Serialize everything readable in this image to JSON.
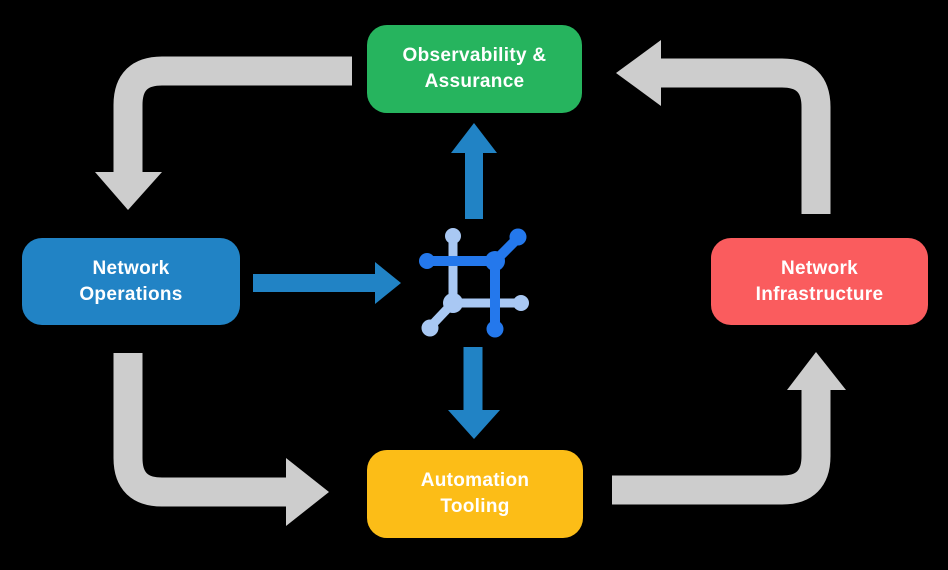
{
  "diagram": {
    "title": "network operations automation cycle",
    "background_color": "#000000",
    "node_text_color": "#ffffff",
    "nodes": [
      {
        "id": "observability-assurance",
        "lines": [
          "Observability &",
          "Assurance"
        ],
        "color": "#26b45e"
      },
      {
        "id": "network-operations",
        "lines": [
          "Network",
          "Operations"
        ],
        "color": "#2183c5"
      },
      {
        "id": "network-infrastructure",
        "lines": [
          "Network",
          "Infrastructure"
        ],
        "color": "#fa5c5e"
      },
      {
        "id": "automation-tooling",
        "lines": [
          "Automation",
          "Tooling"
        ],
        "color": "#fcbd17"
      }
    ],
    "cycle_arrows": {
      "color": "#cdcdcd",
      "connections": [
        {
          "from": "observability-assurance",
          "to": "network-operations"
        },
        {
          "from": "network-operations",
          "to": "automation-tooling"
        },
        {
          "from": "automation-tooling",
          "to": "network-infrastructure"
        },
        {
          "from": "network-infrastructure",
          "to": "observability-assurance"
        }
      ]
    },
    "hub_arrows": {
      "color": "#2183c5",
      "connections": [
        {
          "from": "network-operations",
          "to": "hub-icon"
        },
        {
          "from": "hub-icon",
          "to": "observability-assurance"
        },
        {
          "from": "hub-icon",
          "to": "automation-tooling"
        }
      ]
    },
    "hub_icon": {
      "name": "network-mesh-icon",
      "dark_color": "#2478ec",
      "light_color": "#a9c8f3"
    }
  }
}
